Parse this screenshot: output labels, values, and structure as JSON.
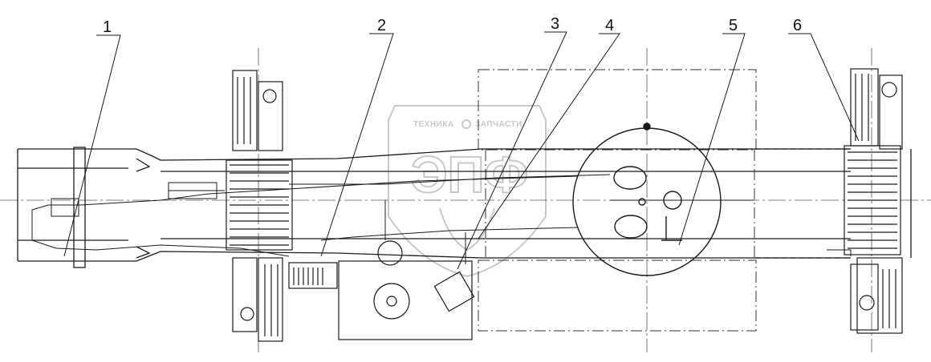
{
  "callouts": [
    {
      "id": "1",
      "label": "1"
    },
    {
      "id": "2",
      "label": "2"
    },
    {
      "id": "3",
      "label": "3"
    },
    {
      "id": "4",
      "label": "4"
    },
    {
      "id": "5",
      "label": "5"
    },
    {
      "id": "6",
      "label": "6"
    }
  ],
  "watermark": {
    "left_text": "ТЕХНИКА",
    "right_text": "ЗАПЧАСТИ",
    "logo_text": "ЭПФ",
    "color": "#c8c8c8"
  },
  "colors": {
    "line": "#1a1a1a",
    "background": "#ffffff"
  }
}
